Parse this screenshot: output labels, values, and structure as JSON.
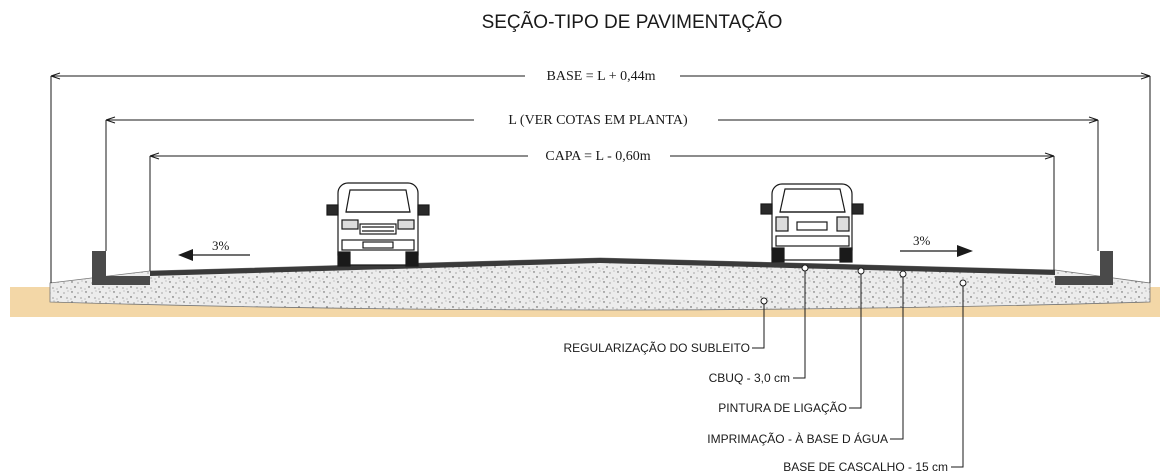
{
  "title": "SEÇÃO-TIPO DE PAVIMENTAÇÃO",
  "dimensions": {
    "base": "BASE = L + 0,44m",
    "width": "L (VER COTAS EM PLANTA)",
    "capa": "CAPA = L - 0,60m"
  },
  "slopes": {
    "left": "3%",
    "right": "3%"
  },
  "layers": {
    "subleito": "REGULARIZAÇÃO DO SUBLEITO",
    "cbuq": "CBUQ - 3,0 cm",
    "pintura": "PINTURA DE LIGAÇÃO",
    "imprimacao": "IMPRIMAÇÃO - À BASE D ÁGUA",
    "base": "BASE DE CASCALHO - 15 cm"
  },
  "colors": {
    "subgrade_fill": "#f3d7a7",
    "line": "#1a1a1a",
    "gravel_fill": "#e9e9e9",
    "curb_fill": "#4a4a4a"
  }
}
